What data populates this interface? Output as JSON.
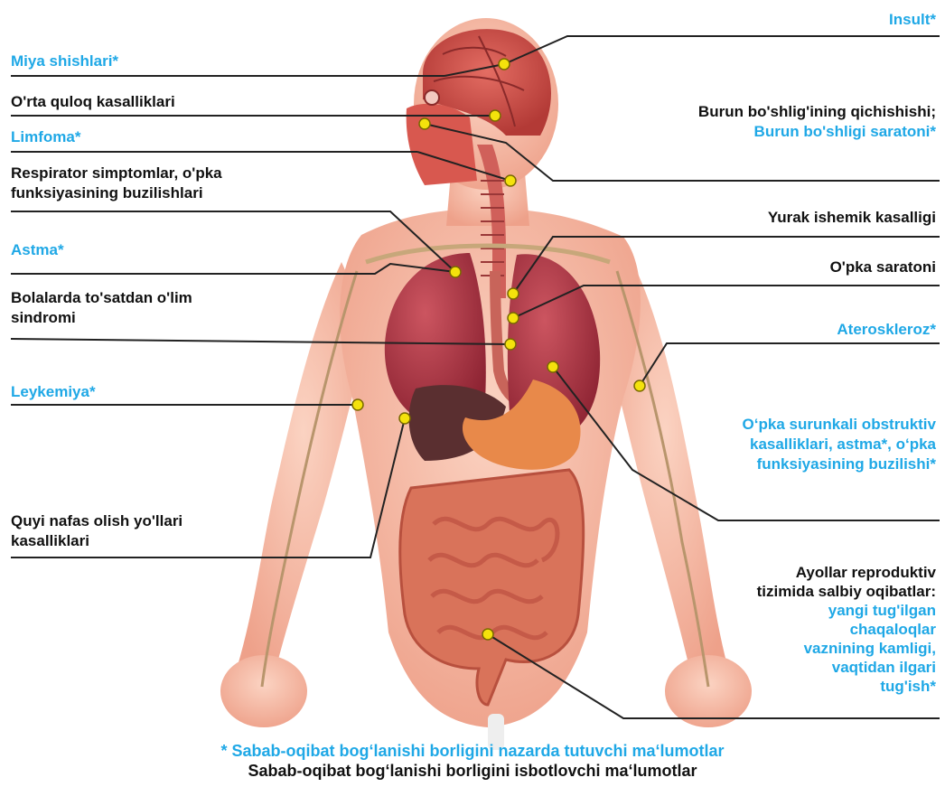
{
  "labels": {
    "insult": "Insult*",
    "miya_shishlari": "Miya shishlari*",
    "orta_quloq": "O'rta quloq kasalliklari",
    "burun_qichishishi": "Burun bo'shlig'ining qichishishi;",
    "burun_saratoni": "Burun bo'shligi saratoni*",
    "limfoma": "Limfoma*",
    "respirator_1": "Respirator simptomlar, o'pka",
    "respirator_2": "funksiyasining buzilishlari",
    "yurak": "Yurak ishemik kasalligi",
    "astma": "Astma*",
    "opka_saratoni": "O'pka saratoni",
    "bolalarda_1": "Bolalarda to'satdan o'lim",
    "bolalarda_2": "sindromi",
    "ateroskleroz": "Ateroskleroz*",
    "leykemiya": "Leykemiya*",
    "kobl_1": "O‘pka surunkali obstruktiv",
    "kobl_2": "kasalliklari, astma*, o‘pka",
    "kobl_3": "funksiyasining buzilishi*",
    "quyi_1": "Quyi nafas olish yo'llari",
    "quyi_2": "kasalliklari",
    "ayollar_1": "Ayollar reproduktiv",
    "ayollar_2": "tizimida salbiy oqibatlar:",
    "ayollar_3": "yangi tug'ilgan",
    "ayollar_4": "chaqaloqlar",
    "ayollar_5": "vaznining kamligi,",
    "ayollar_6": "vaqtidan ilgari",
    "ayollar_7": "tug'ish*"
  },
  "footer": {
    "line1": "* Sabab-oqibat bog‘lanishi borligini nazarda tutuvchi ma‘lumotlar",
    "line2": "Sabab-oqibat bog‘lanishi borligini isbotlovchi ma‘lumotlar"
  },
  "colors": {
    "accent_blue": "#1fa8e6",
    "text_black": "#111111",
    "marker_yellow": "#f4e20c",
    "skin": "#f2b7a0",
    "organ_red": "#b23a46",
    "liver": "#5a2f30",
    "stomach": "#e8894a",
    "intestine": "#d9735a"
  }
}
